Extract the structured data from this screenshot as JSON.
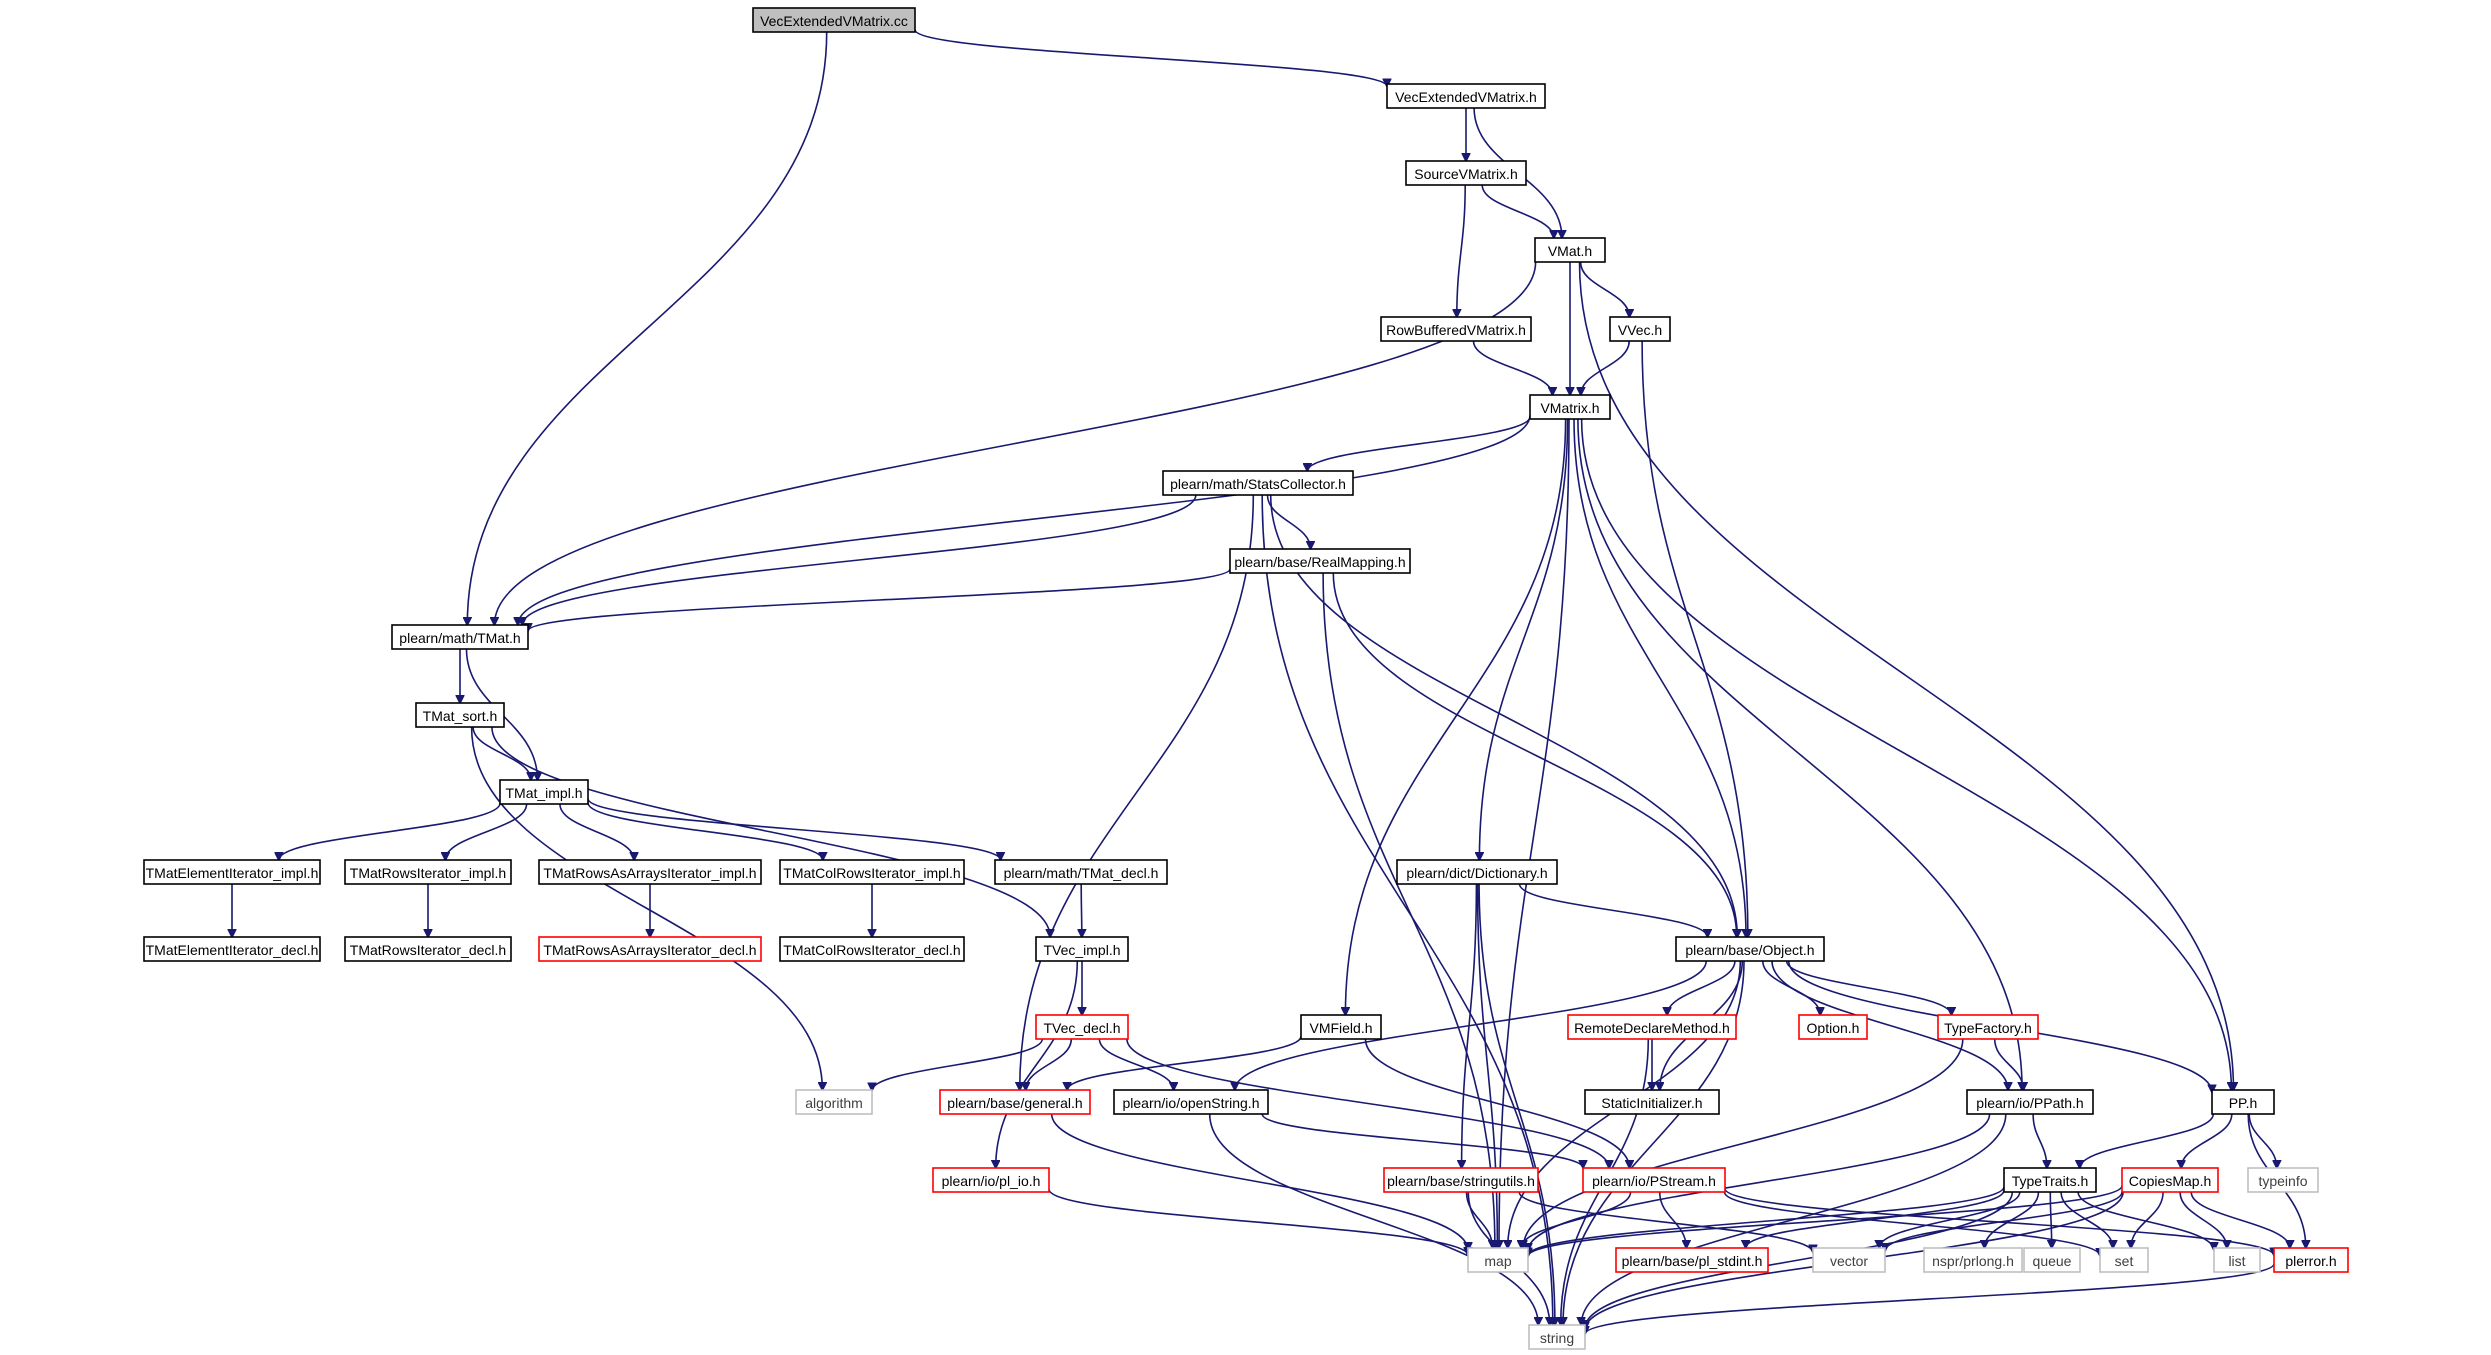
{
  "diagram": {
    "colors": {
      "edge": "#191970",
      "box_border": "#000000",
      "truncated_border": "#ff0000",
      "external_border": "#bfbfbf",
      "root_fill": "#bfbfbf",
      "text": "#000000",
      "external_text": "#404040"
    },
    "nodes": [
      {
        "id": "root",
        "label": "VecExtendedVMatrix.cc",
        "kind": "root"
      },
      {
        "id": "vecext_h",
        "label": "VecExtendedVMatrix.h",
        "kind": "normal"
      },
      {
        "id": "source_h",
        "label": "SourceVMatrix.h",
        "kind": "normal"
      },
      {
        "id": "vmat_h",
        "label": "VMat.h",
        "kind": "normal"
      },
      {
        "id": "rowbuf_h",
        "label": "RowBufferedVMatrix.h",
        "kind": "normal"
      },
      {
        "id": "vvec_h",
        "label": "VVec.h",
        "kind": "normal"
      },
      {
        "id": "vmatrix_h",
        "label": "VMatrix.h",
        "kind": "normal"
      },
      {
        "id": "stats_h",
        "label": "plearn/math/StatsCollector.h",
        "kind": "normal"
      },
      {
        "id": "realmap_h",
        "label": "plearn/base/RealMapping.h",
        "kind": "normal"
      },
      {
        "id": "tmat_h",
        "label": "plearn/math/TMat.h",
        "kind": "normal"
      },
      {
        "id": "tmatsort_h",
        "label": "TMat_sort.h",
        "kind": "normal"
      },
      {
        "id": "tmatimpl_h",
        "label": "TMat_impl.h",
        "kind": "normal"
      },
      {
        "id": "elemimpl_h",
        "label": "TMatElementIterator_impl.h",
        "kind": "normal"
      },
      {
        "id": "rowsimpl_h",
        "label": "TMatRowsIterator_impl.h",
        "kind": "normal"
      },
      {
        "id": "rowsarrimpl_h",
        "label": "TMatRowsAsArraysIterator_impl.h",
        "kind": "normal"
      },
      {
        "id": "colrowsimpl_h",
        "label": "TMatColRowsIterator_impl.h",
        "kind": "normal"
      },
      {
        "id": "tmatdecl_h",
        "label": "plearn/math/TMat_decl.h",
        "kind": "normal"
      },
      {
        "id": "elemdecl_h",
        "label": "TMatElementIterator_decl.h",
        "kind": "normal"
      },
      {
        "id": "rowsdecl_h",
        "label": "TMatRowsIterator_decl.h",
        "kind": "normal"
      },
      {
        "id": "rowsarrdecl_h",
        "label": "TMatRowsAsArraysIterator_decl.h",
        "kind": "truncated"
      },
      {
        "id": "colrowsdecl_h",
        "label": "TMatColRowsIterator_decl.h",
        "kind": "normal"
      },
      {
        "id": "tvecimpl_h",
        "label": "TVec_impl.h",
        "kind": "normal"
      },
      {
        "id": "tvecdecl_h",
        "label": "TVec_decl.h",
        "kind": "truncated"
      },
      {
        "id": "algorithm",
        "label": "algorithm",
        "kind": "external"
      },
      {
        "id": "general_h",
        "label": "plearn/base/general.h",
        "kind": "truncated"
      },
      {
        "id": "openstring_h",
        "label": "plearn/io/openString.h",
        "kind": "normal"
      },
      {
        "id": "plio_h",
        "label": "plearn/io/pl_io.h",
        "kind": "truncated"
      },
      {
        "id": "dict_h",
        "label": "plearn/dict/Dictionary.h",
        "kind": "normal"
      },
      {
        "id": "object_h",
        "label": "plearn/base/Object.h",
        "kind": "normal"
      },
      {
        "id": "vmfield_h",
        "label": "VMField.h",
        "kind": "normal"
      },
      {
        "id": "remote_h",
        "label": "RemoteDeclareMethod.h",
        "kind": "truncated"
      },
      {
        "id": "option_h",
        "label": "Option.h",
        "kind": "truncated"
      },
      {
        "id": "typefactory_h",
        "label": "TypeFactory.h",
        "kind": "truncated"
      },
      {
        "id": "staticinit_h",
        "label": "StaticInitializer.h",
        "kind": "normal"
      },
      {
        "id": "ppath_h",
        "label": "plearn/io/PPath.h",
        "kind": "normal"
      },
      {
        "id": "pp_h",
        "label": "PP.h",
        "kind": "normal"
      },
      {
        "id": "typeinfo",
        "label": "typeinfo",
        "kind": "external"
      },
      {
        "id": "stringutils_h",
        "label": "plearn/base/stringutils.h",
        "kind": "truncated"
      },
      {
        "id": "pstream_h",
        "label": "plearn/io/PStream.h",
        "kind": "truncated"
      },
      {
        "id": "typetraits_h",
        "label": "TypeTraits.h",
        "kind": "normal"
      },
      {
        "id": "copiesmap_h",
        "label": "CopiesMap.h",
        "kind": "truncated"
      },
      {
        "id": "map",
        "label": "map",
        "kind": "external"
      },
      {
        "id": "plstdint_h",
        "label": "plearn/base/pl_stdint.h",
        "kind": "truncated"
      },
      {
        "id": "vector",
        "label": "vector",
        "kind": "external"
      },
      {
        "id": "nsprprlong_h",
        "label": "nspr/prlong.h",
        "kind": "external"
      },
      {
        "id": "queue",
        "label": "queue",
        "kind": "external"
      },
      {
        "id": "set",
        "label": "set",
        "kind": "external"
      },
      {
        "id": "list",
        "label": "list",
        "kind": "external"
      },
      {
        "id": "plerror_h",
        "label": "plerror.h",
        "kind": "truncated"
      },
      {
        "id": "string",
        "label": "string",
        "kind": "external"
      }
    ],
    "edges": [
      [
        "root",
        "vecext_h"
      ],
      [
        "root",
        "tmat_h"
      ],
      [
        "vecext_h",
        "source_h"
      ],
      [
        "vecext_h",
        "vmat_h"
      ],
      [
        "source_h",
        "vmat_h"
      ],
      [
        "source_h",
        "rowbuf_h"
      ],
      [
        "vmat_h",
        "tmat_h"
      ],
      [
        "vmat_h",
        "vmatrix_h"
      ],
      [
        "vmat_h",
        "vvec_h"
      ],
      [
        "vmat_h",
        "pp_h"
      ],
      [
        "rowbuf_h",
        "vmatrix_h"
      ],
      [
        "vvec_h",
        "vmatrix_h"
      ],
      [
        "vvec_h",
        "object_h"
      ],
      [
        "vmatrix_h",
        "stats_h"
      ],
      [
        "vmatrix_h",
        "tmat_h"
      ],
      [
        "vmatrix_h",
        "map"
      ],
      [
        "vmatrix_h",
        "vmfield_h"
      ],
      [
        "vmatrix_h",
        "dict_h"
      ],
      [
        "vmatrix_h",
        "object_h"
      ],
      [
        "vmatrix_h",
        "ppath_h"
      ],
      [
        "vmatrix_h",
        "pp_h"
      ],
      [
        "stats_h",
        "tmat_h"
      ],
      [
        "stats_h",
        "realmap_h"
      ],
      [
        "stats_h",
        "string"
      ],
      [
        "stats_h",
        "general_h"
      ],
      [
        "stats_h",
        "object_h"
      ],
      [
        "realmap_h",
        "tmat_h"
      ],
      [
        "realmap_h",
        "map"
      ],
      [
        "realmap_h",
        "object_h"
      ],
      [
        "tmat_h",
        "tmatsort_h"
      ],
      [
        "tmat_h",
        "tmatimpl_h"
      ],
      [
        "tmatsort_h",
        "tmatimpl_h"
      ],
      [
        "tmatsort_h",
        "algorithm"
      ],
      [
        "tmatsort_h",
        "tvecimpl_h"
      ],
      [
        "tmatimpl_h",
        "elemimpl_h"
      ],
      [
        "tmatimpl_h",
        "rowsimpl_h"
      ],
      [
        "tmatimpl_h",
        "rowsarrimpl_h"
      ],
      [
        "tmatimpl_h",
        "colrowsimpl_h"
      ],
      [
        "tmatimpl_h",
        "tmatdecl_h"
      ],
      [
        "elemimpl_h",
        "elemdecl_h"
      ],
      [
        "rowsimpl_h",
        "rowsdecl_h"
      ],
      [
        "rowsarrimpl_h",
        "rowsarrdecl_h"
      ],
      [
        "colrowsimpl_h",
        "colrowsdecl_h"
      ],
      [
        "tmatdecl_h",
        "tvecimpl_h"
      ],
      [
        "tvecimpl_h",
        "tvecdecl_h"
      ],
      [
        "tvecimpl_h",
        "plio_h"
      ],
      [
        "tvecdecl_h",
        "algorithm"
      ],
      [
        "tvecdecl_h",
        "general_h"
      ],
      [
        "tvecdecl_h",
        "openstring_h"
      ],
      [
        "tvecdecl_h",
        "pstream_h"
      ],
      [
        "general_h",
        "map"
      ],
      [
        "openstring_h",
        "pstream_h"
      ],
      [
        "openstring_h",
        "string"
      ],
      [
        "plio_h",
        "map"
      ],
      [
        "dict_h",
        "object_h"
      ],
      [
        "dict_h",
        "string"
      ],
      [
        "dict_h",
        "stringutils_h"
      ],
      [
        "dict_h",
        "map"
      ],
      [
        "vmfield_h",
        "general_h"
      ],
      [
        "vmfield_h",
        "pstream_h"
      ],
      [
        "object_h",
        "openstring_h"
      ],
      [
        "object_h",
        "remote_h"
      ],
      [
        "object_h",
        "option_h"
      ],
      [
        "object_h",
        "typefactory_h"
      ],
      [
        "object_h",
        "staticinit_h"
      ],
      [
        "object_h",
        "ppath_h"
      ],
      [
        "object_h",
        "pp_h"
      ],
      [
        "object_h",
        "map"
      ],
      [
        "object_h",
        "string"
      ],
      [
        "remote_h",
        "staticinit_h"
      ],
      [
        "remote_h",
        "string"
      ],
      [
        "typefactory_h",
        "ppath_h"
      ],
      [
        "typefactory_h",
        "map"
      ],
      [
        "ppath_h",
        "typetraits_h"
      ],
      [
        "ppath_h",
        "map"
      ],
      [
        "ppath_h",
        "string"
      ],
      [
        "pp_h",
        "typetraits_h"
      ],
      [
        "pp_h",
        "copiesmap_h"
      ],
      [
        "pp_h",
        "typeinfo"
      ],
      [
        "pp_h",
        "plerror_h"
      ],
      [
        "stringutils_h",
        "map"
      ],
      [
        "stringutils_h",
        "string"
      ],
      [
        "stringutils_h",
        "vector"
      ],
      [
        "pstream_h",
        "map"
      ],
      [
        "pstream_h",
        "plstdint_h"
      ],
      [
        "pstream_h",
        "set"
      ],
      [
        "pstream_h",
        "plerror_h"
      ],
      [
        "typetraits_h",
        "map"
      ],
      [
        "typetraits_h",
        "vector"
      ],
      [
        "typetraits_h",
        "nsprprlong_h"
      ],
      [
        "typetraits_h",
        "queue"
      ],
      [
        "typetraits_h",
        "set"
      ],
      [
        "typetraits_h",
        "list"
      ],
      [
        "typetraits_h",
        "string"
      ],
      [
        "typetraits_h",
        "plstdint_h"
      ],
      [
        "copiesmap_h",
        "map"
      ],
      [
        "copiesmap_h",
        "vector"
      ],
      [
        "copiesmap_h",
        "set"
      ],
      [
        "copiesmap_h",
        "list"
      ],
      [
        "copiesmap_h",
        "plerror_h"
      ],
      [
        "copiesmap_h",
        "string"
      ],
      [
        "plerror_h",
        "string"
      ]
    ]
  }
}
